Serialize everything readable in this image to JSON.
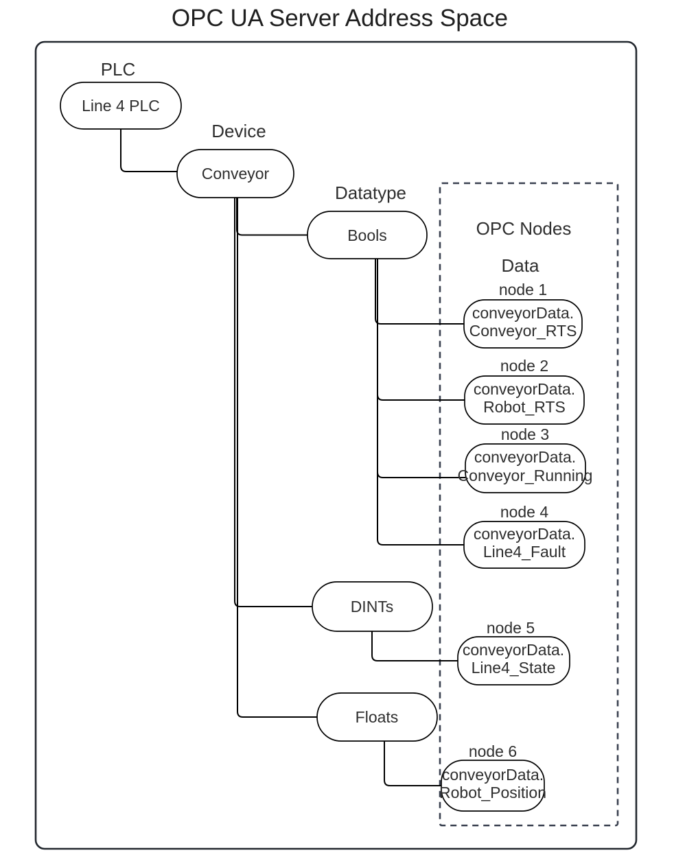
{
  "title": "OPC UA Server Address Space",
  "colors": {
    "background": "#ffffff",
    "text": "#2e2e2e",
    "shape_stroke": "#000000",
    "outer_frame_stroke": "#23282f",
    "opc_panel_dashed_stroke": "#3a4150",
    "opc_panel_heading_color": "#f42a2a"
  },
  "categories": {
    "plc": "PLC",
    "device": "Device",
    "datatype": "Datatype"
  },
  "plc": {
    "label": "Line 4 PLC"
  },
  "device": {
    "label": "Conveyor"
  },
  "datatypes": [
    {
      "label": "Bools"
    },
    {
      "label": "DINTs"
    },
    {
      "label": "Floats"
    }
  ],
  "opc_panel": {
    "heading": "OPC Nodes",
    "subheading": "Data",
    "nodes": [
      {
        "label": "node 1",
        "line1": "conveyorData.",
        "line2": "Conveyor_RTS",
        "datatype": "Bools"
      },
      {
        "label": "node 2",
        "line1": "conveyorData.",
        "line2": "Robot_RTS",
        "datatype": "Bools"
      },
      {
        "label": "node 3",
        "line1": "conveyorData.",
        "line2": "Conveyor_Running",
        "datatype": "Bools"
      },
      {
        "label": "node 4",
        "line1": "conveyorData.",
        "line2": "Line4_Fault",
        "datatype": "Bools"
      },
      {
        "label": "node 5",
        "line1": "conveyorData.",
        "line2": "Line4_State",
        "datatype": "DINTs"
      },
      {
        "label": "node 6",
        "line1": "conveyorData.",
        "line2": "Robot_Position",
        "datatype": "Floats"
      }
    ]
  },
  "connections": [
    {
      "from": "Line 4 PLC",
      "to": "Conveyor"
    },
    {
      "from": "Conveyor",
      "to": "Bools"
    },
    {
      "from": "Conveyor",
      "to": "DINTs"
    },
    {
      "from": "Conveyor",
      "to": "Floats"
    },
    {
      "from": "Bools",
      "to": "node 1"
    },
    {
      "from": "Bools",
      "to": "node 2"
    },
    {
      "from": "Bools",
      "to": "node 3"
    },
    {
      "from": "Bools",
      "to": "node 4"
    },
    {
      "from": "DINTs",
      "to": "node 5"
    },
    {
      "from": "Floats",
      "to": "node 6"
    }
  ]
}
